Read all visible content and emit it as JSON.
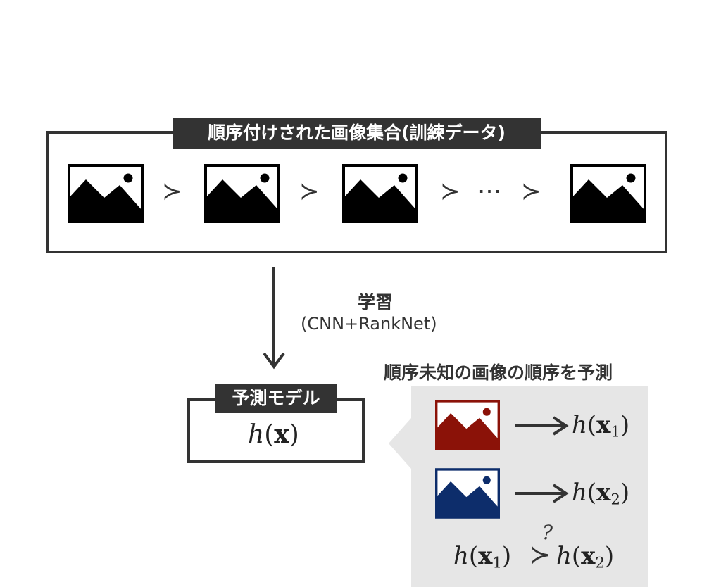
{
  "training_set": {
    "title": "順序付けされた画像集合(訓練データ)",
    "images": [
      {
        "icon": "image-icon",
        "color": "#000000"
      },
      {
        "icon": "image-icon",
        "color": "#000000"
      },
      {
        "icon": "image-icon",
        "color": "#000000"
      },
      {
        "icon": "image-icon",
        "color": "#000000"
      }
    ],
    "order_symbol": "≻",
    "ellipsis": "⋯"
  },
  "learning": {
    "label": "学習",
    "method": "(CNN+RankNet)"
  },
  "model": {
    "title": "予測モデル",
    "function": {
      "name": "h",
      "arg": "x"
    }
  },
  "prediction": {
    "title": "順序未知の画像の順序を予測",
    "panel_color": "#e6e6e6",
    "items": [
      {
        "icon": "image-icon",
        "color": "#8b1208",
        "fn": "h",
        "arg": "x",
        "sub": "1"
      },
      {
        "icon": "image-icon",
        "color": "#0d2d6b",
        "fn": "h",
        "arg": "x",
        "sub": "2"
      }
    ],
    "comparison": {
      "symbol": "≻",
      "question": "?"
    }
  },
  "colors": {
    "frame": "#333333",
    "tag_bg": "#333333",
    "tag_text": "#ffffff"
  }
}
